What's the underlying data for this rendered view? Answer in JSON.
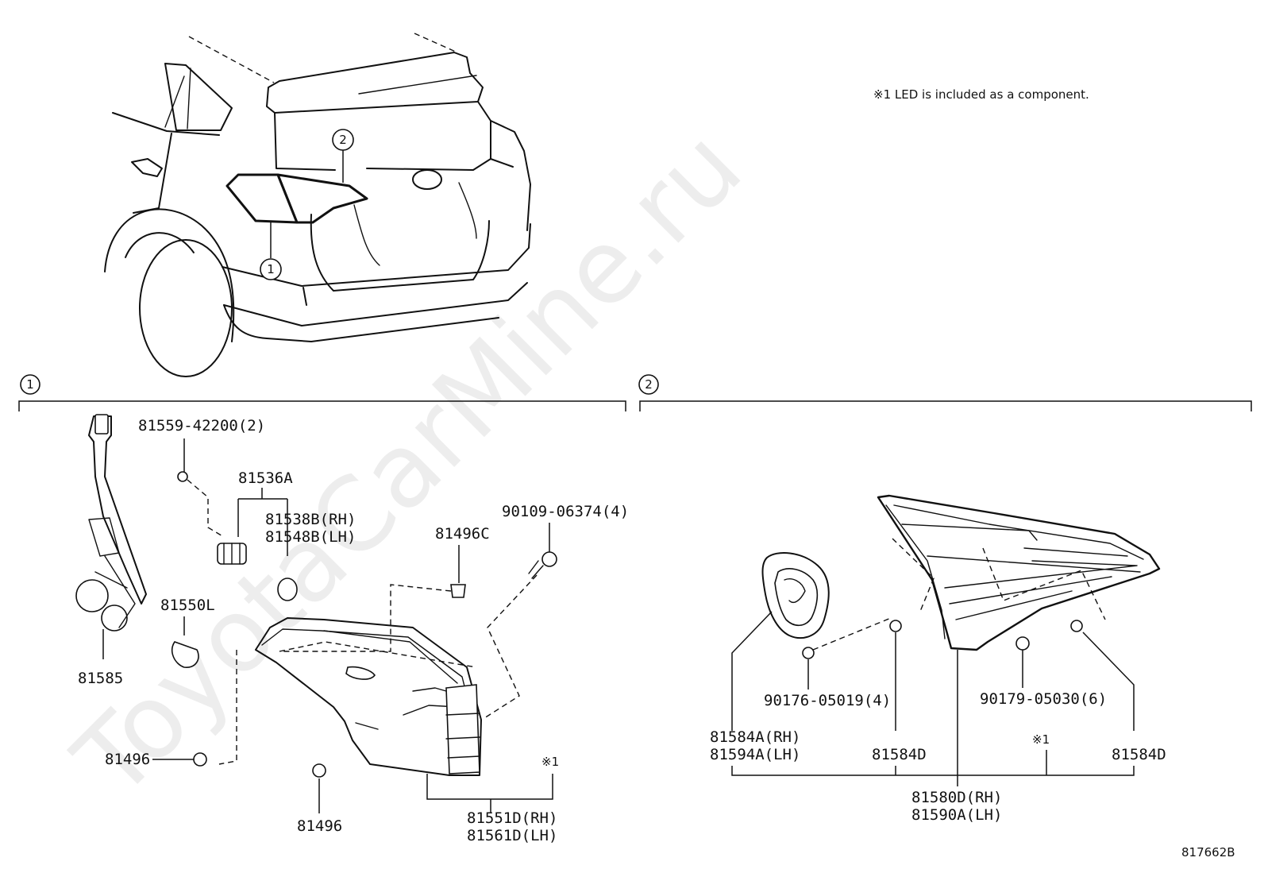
{
  "watermark": "ToyotaCarMine.ru",
  "note": "※1 LED is included as a component.",
  "diagram_ref": "817662B",
  "callouts": [
    "1",
    "2"
  ],
  "section1": {
    "number": "1",
    "labels": {
      "p81559": "81559-42200(2)",
      "p81536a": "81536A",
      "p81538b": "81538B(RH)",
      "p81548b": "81548B(LH)",
      "p90109": "90109-06374(4)",
      "p81496c": "81496C",
      "p81550l": "81550L",
      "p81585": "81585",
      "p81496a": "81496",
      "p81496b": "81496",
      "led_mark": "※1",
      "p81551d": "81551D(RH)",
      "p81561d": "81561D(LH)"
    }
  },
  "section2": {
    "number": "2",
    "labels": {
      "p90176": "90176-05019(4)",
      "p90179": "90179-05030(6)",
      "p81584a": "81584A(RH)",
      "p81594a": "81594A(LH)",
      "p81584d_a": "81584D",
      "p81584d_b": "81584D",
      "led_mark": "※1",
      "p81580d": "81580D(RH)",
      "p81590a": "81590A(LH)"
    }
  }
}
